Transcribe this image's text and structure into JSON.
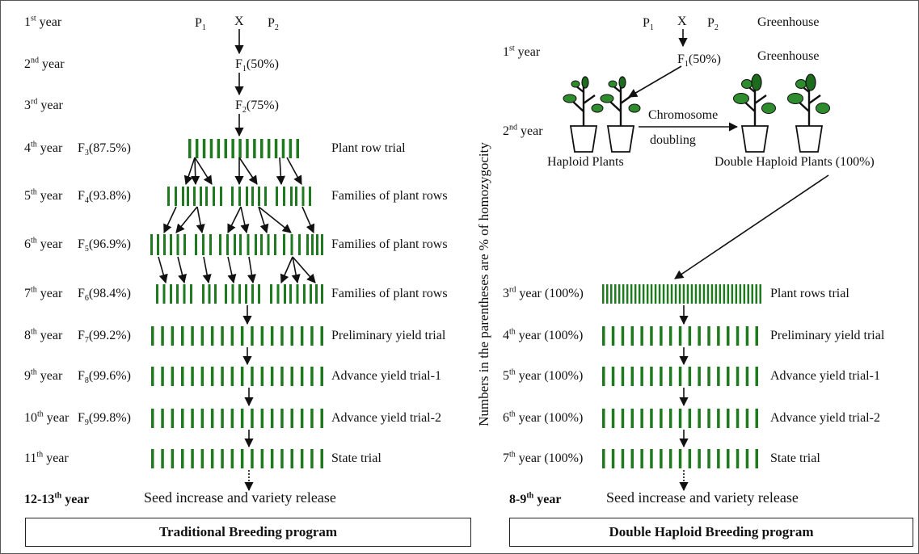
{
  "traditional": {
    "crosses": {
      "p1": "P",
      "p1_sub": "1",
      "x": "X",
      "p2": "P",
      "p2_sub": "2"
    },
    "rows": [
      {
        "num": "1",
        "sup": "st",
        "suffix": " year",
        "gen": "",
        "gen_sub": "",
        "pct": "",
        "label": ""
      },
      {
        "num": "2",
        "sup": "nd",
        "suffix": " year",
        "gen": "F",
        "gen_sub": "1",
        "pct": "(50%)",
        "label": ""
      },
      {
        "num": "3",
        "sup": "rd",
        "suffix": " year",
        "gen": "F",
        "gen_sub": "2",
        "pct": "(75%)",
        "label": ""
      },
      {
        "num": "4",
        "sup": "th",
        "suffix": " year",
        "gen": "F",
        "gen_sub": "3",
        "pct": "(87.5%)",
        "label": "Plant row trial"
      },
      {
        "num": "5",
        "sup": "th",
        "suffix": " year",
        "gen": "F",
        "gen_sub": "4",
        "pct": "(93.8%)",
        "label": "Families of plant rows"
      },
      {
        "num": "6",
        "sup": "th",
        "suffix": " year",
        "gen": "F",
        "gen_sub": "5",
        "pct": "(96.9%)",
        "label": "Families of plant rows"
      },
      {
        "num": "7",
        "sup": "th",
        "suffix": " year",
        "gen": "F",
        "gen_sub": "6",
        "pct": "(98.4%)",
        "label": "Families of plant rows"
      },
      {
        "num": "8",
        "sup": "th",
        "suffix": " year",
        "gen": "F",
        "gen_sub": "7",
        "pct": "(99.2%)",
        "label": "Preliminary yield trial"
      },
      {
        "num": "9",
        "sup": "th",
        "suffix": " year",
        "gen": "F",
        "gen_sub": "8",
        "pct": "(99.6%)",
        "label": "Advance yield trial-1"
      },
      {
        "num": "10",
        "sup": "th",
        "suffix": " year",
        "gen": "F",
        "gen_sub": "9",
        "pct": "(99.8%)",
        "label": "Advance yield trial-2"
      },
      {
        "num": "11",
        "sup": "th",
        "suffix": " year",
        "gen": "",
        "gen_sub": "",
        "pct": "",
        "label": "State trial"
      }
    ],
    "final_year": {
      "num": "12-13",
      "sup": "th",
      "suffix": " year"
    },
    "release": "Seed increase and variety release",
    "program": "Traditional Breeding program"
  },
  "vertical_note": "Numbers in the parentheses are % of homozygocity",
  "haploid": {
    "crosses": {
      "p1": "P",
      "p1_sub": "1",
      "x": "X",
      "p2": "P",
      "p2_sub": "2",
      "location": "Greenhouse"
    },
    "first_year": {
      "num": "1",
      "sup": "st",
      "suffix": " year",
      "gen": "F",
      "gen_sub": "1",
      "pct": "(50%)",
      "location": "Greenhouse"
    },
    "second_year": {
      "num": "2",
      "sup": "nd",
      "suffix": " year"
    },
    "chromosome": "Chromosome",
    "doubling": "doubling",
    "haploid_plants": "Haploid Plants",
    "double_haploid_plants": "Double Haploid Plants (100%)",
    "rows": [
      {
        "num": "3",
        "sup": "rd",
        "suffix": " year (100%)",
        "label": "Plant rows trial"
      },
      {
        "num": "4",
        "sup": "th",
        "suffix": " year (100%)",
        "label": "Preliminary yield trial"
      },
      {
        "num": "5",
        "sup": "th",
        "suffix": " year (100%)",
        "label": "Advance yield trial-1"
      },
      {
        "num": "6",
        "sup": "th",
        "suffix": " year (100%)",
        "label": "Advance yield trial-2"
      },
      {
        "num": "7",
        "sup": "th",
        "suffix": " year (100%)",
        "label": "State trial"
      }
    ],
    "final_year": {
      "num": "8-9",
      "sup": "th",
      "suffix": " year"
    },
    "release": "Seed increase and variety release",
    "program": "Double Haploid Breeding program"
  },
  "colors": {
    "plot_green": "#1f7a1f",
    "leaf_green": "#2e8b2e",
    "line": "#111111"
  }
}
